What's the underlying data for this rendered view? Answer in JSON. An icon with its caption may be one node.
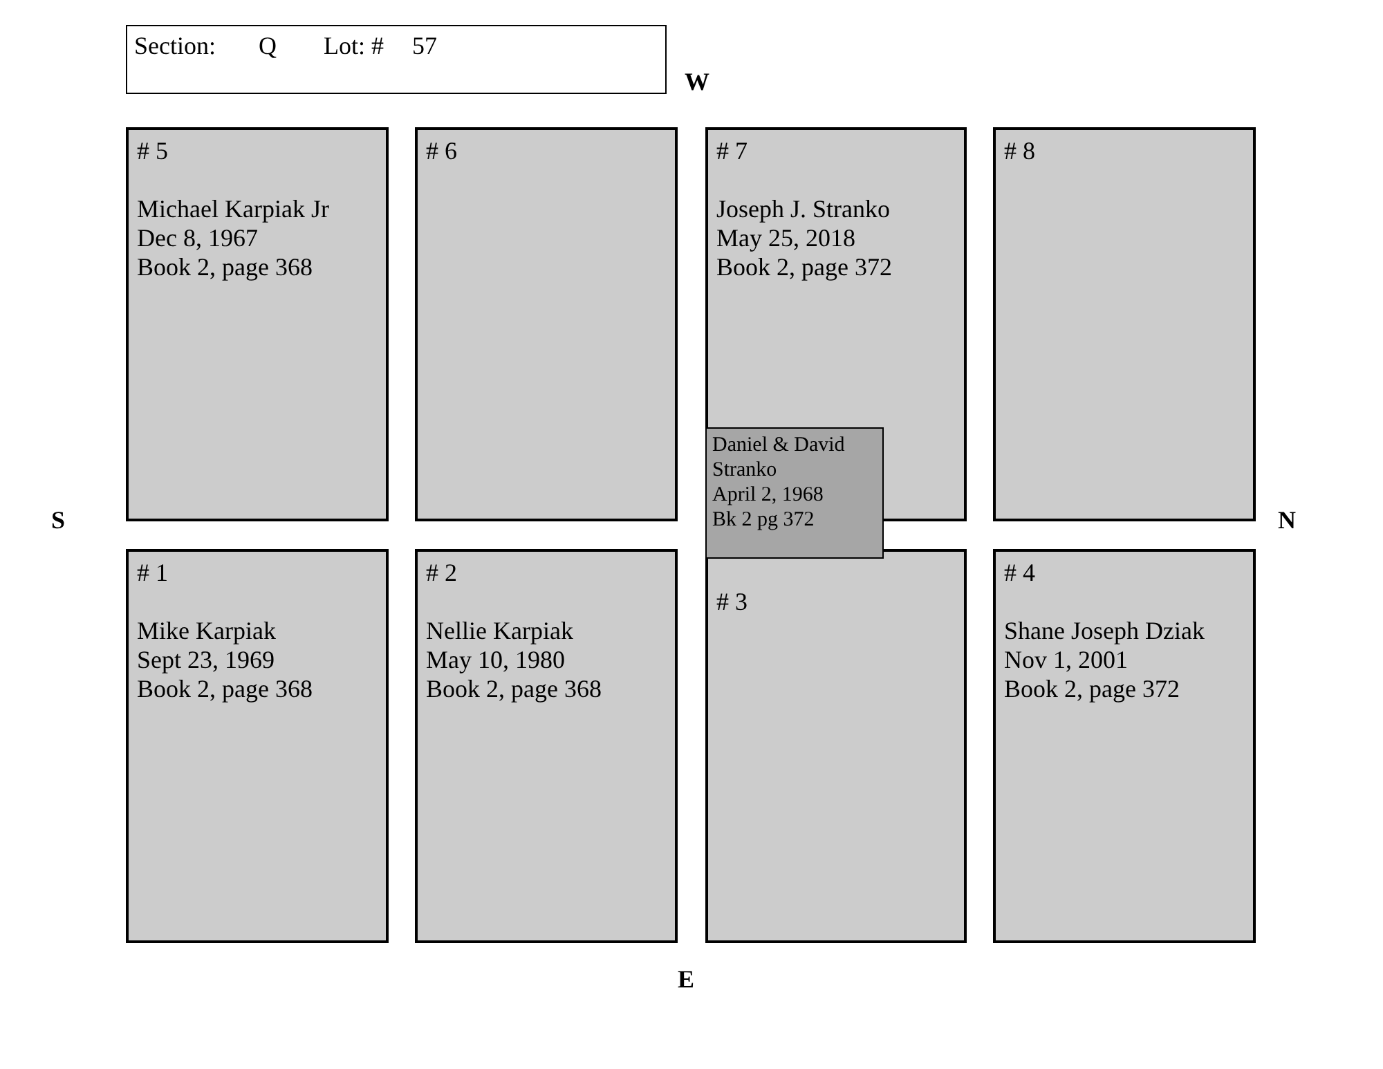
{
  "diagram": {
    "nodes": [
      {
        "text": [
          "Section:",
          "Q",
          "Lot: #",
          "57"
        ]
      },
      {
        "text": [
          "# 5",
          "Michael Karpiak Jr",
          "Dec 8, 1967",
          "Book 2, page 368"
        ]
      },
      {
        "text": [
          "# 6"
        ]
      },
      {
        "text": [
          "# 7",
          "Joseph J. Stranko",
          "May 25, 2018",
          "Book 2, page 372"
        ]
      },
      {
        "text": [
          "# 8"
        ]
      },
      {
        "text": [
          "Daniel & David Stranko",
          "April 2, 1968",
          "Bk 2 pg 372"
        ]
      },
      {
        "text": [
          "# 1",
          "Mike Karpiak",
          "Sept 23, 1969",
          "Book 2, page 368"
        ]
      },
      {
        "text": [
          "# 2",
          "Nellie Karpiak",
          "May 10, 1980",
          "Book 2, page 368"
        ]
      },
      {
        "text": [
          "# 3"
        ]
      },
      {
        "text": [
          "# 4",
          "Shane Joseph Dziak",
          "Nov 1, 2001",
          "Book 2, page 372"
        ]
      }
    ],
    "labels": [
      "W",
      "S",
      "N",
      "E"
    ]
  }
}
